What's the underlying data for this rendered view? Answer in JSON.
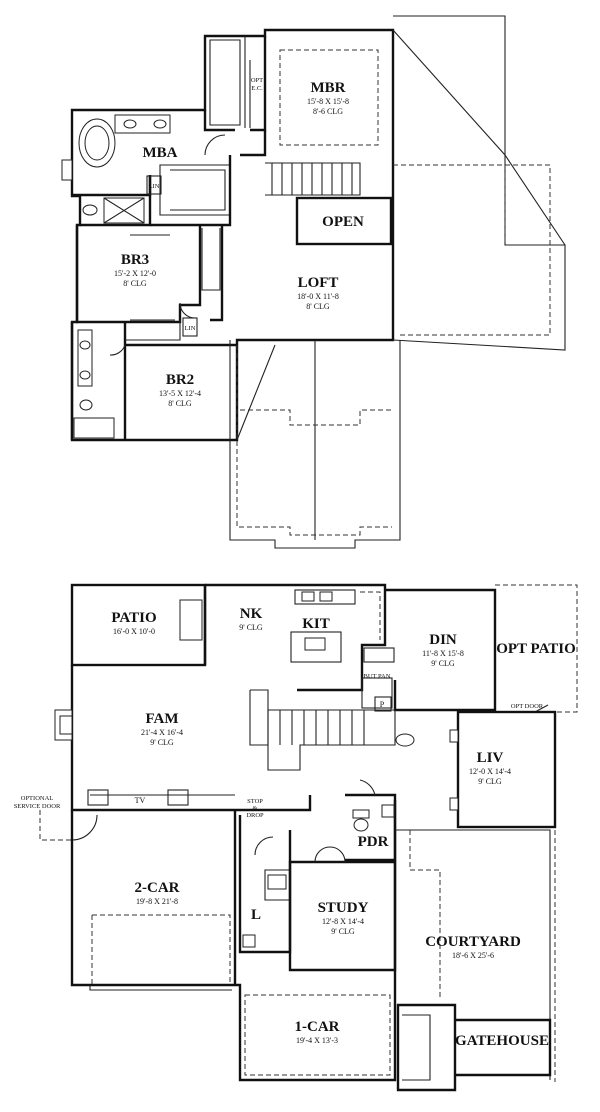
{
  "upper_floor": {
    "mbr": {
      "name": "MBR",
      "dims": "15'-8 X 15'-8",
      "clg": "8'-6 CLG"
    },
    "opt_ec": {
      "line1": "OPT",
      "line2": "E.C."
    },
    "mba": {
      "name": "MBA"
    },
    "lin1": {
      "name": "LIN"
    },
    "open": {
      "name": "OPEN"
    },
    "br3": {
      "name": "BR3",
      "dims": "15'-2 X 12'-0",
      "clg": "8' CLG"
    },
    "loft": {
      "name": "LOFT",
      "dims": "18'-0 X 11'-8",
      "clg": "8' CLG"
    },
    "lin2": {
      "name": "LIN"
    },
    "br2": {
      "name": "BR2",
      "dims": "13'-5 X 12'-4",
      "clg": "8' CLG"
    }
  },
  "lower_floor": {
    "patio": {
      "name": "PATIO",
      "dims": "16'-0 X 10'-0"
    },
    "nk": {
      "name": "NK",
      "clg": "9' CLG"
    },
    "kit": {
      "name": "KIT"
    },
    "din": {
      "name": "DIN",
      "dims": "11'-8 X 15'-8",
      "clg": "9' CLG"
    },
    "opt_patio": {
      "name": "OPT PATIO"
    },
    "btlr_pan": {
      "name": "BUT PAN"
    },
    "pantry": {
      "name": "P"
    },
    "opt_door": {
      "name": "OPT DOOR"
    },
    "fam": {
      "name": "FAM",
      "dims": "21'-4 X 16'-4",
      "clg": "9' CLG"
    },
    "liv": {
      "name": "LIV",
      "dims": "12'-0 X 14'-4",
      "clg": "9' CLG"
    },
    "optional_service_door": {
      "line1": "OPTIONAL",
      "line2": "SERVICE DOOR"
    },
    "tv": {
      "name": "TV"
    },
    "stop_drop": {
      "line1": "STOP",
      "line2": "&",
      "line3": "DROP"
    },
    "pdr": {
      "name": "PDR"
    },
    "two_car": {
      "name": "2-CAR",
      "dims": "19'-8 X 21'-8"
    },
    "laundry": {
      "name": "L"
    },
    "study": {
      "name": "STUDY",
      "dims": "12'-8 X 14'-4",
      "clg": "9' CLG"
    },
    "courtyard": {
      "name": "COURTYARD",
      "dims": "18'-6 X 25'-6"
    },
    "one_car": {
      "name": "1-CAR",
      "dims": "19'-4 X 13'-3"
    },
    "gatehouse": {
      "name": "GATEHOUSE"
    }
  }
}
